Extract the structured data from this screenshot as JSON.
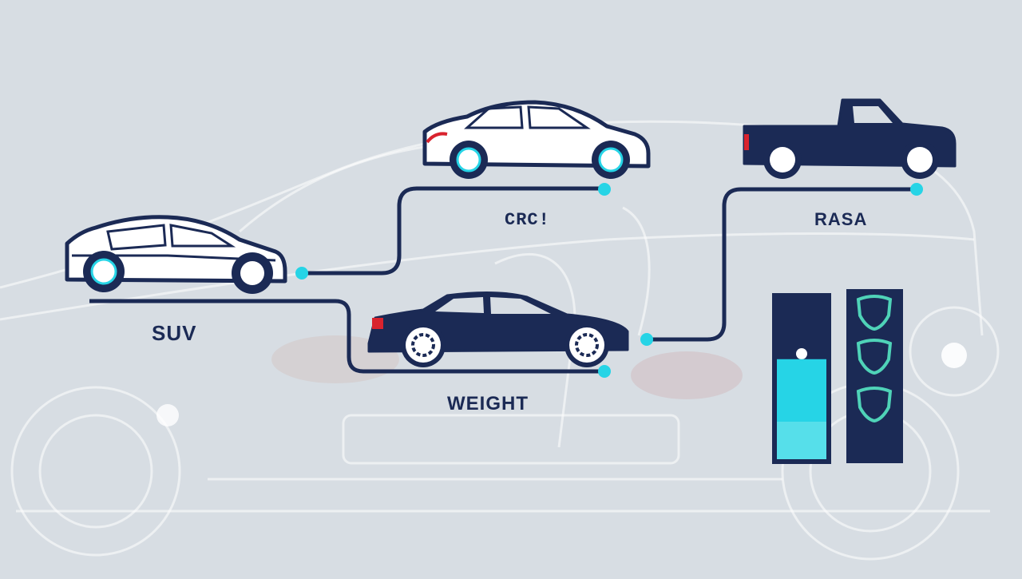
{
  "labels": {
    "suv": "SUV",
    "crc": "CRC!",
    "weight": "WEIGHT",
    "rasa": "RASA"
  },
  "icons": {
    "suv_car": "suv-car-icon",
    "coupe_car": "coupe-car-icon",
    "sedan_car": "sedan-car-icon",
    "pickup_truck": "pickup-truck-icon",
    "gauge": "vertical-gauge-icon",
    "badges": "shield-badge-icon"
  },
  "gauge": {
    "fill_level": 0.62
  },
  "badges": {
    "count": 3
  },
  "colors": {
    "background": "#d7dde3",
    "navy": "#1b2a55",
    "cyan": "#26d4e6",
    "teal_badge": "#4fd3b8",
    "ghost_car": "#ffffff"
  }
}
